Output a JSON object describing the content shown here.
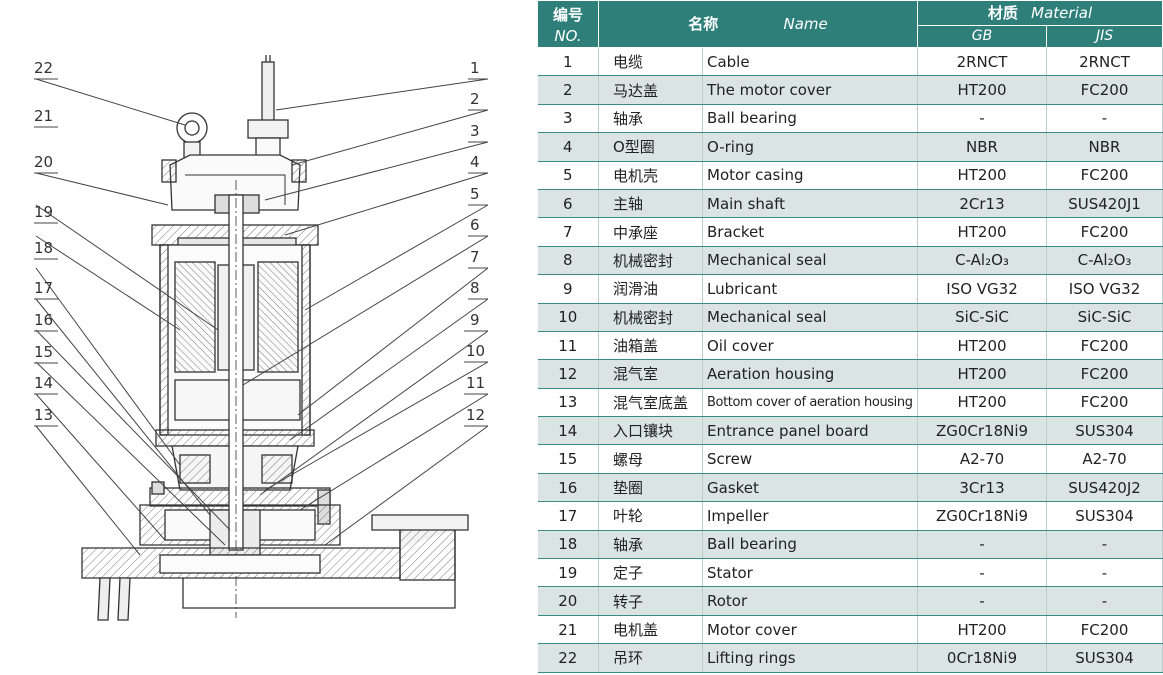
{
  "header": {
    "no_cn": "编号",
    "no_en": "NO.",
    "name_cn": "名称",
    "name_en": "Name",
    "material_cn": "材质",
    "material_en": "Material",
    "gb": "GB",
    "jis": "JIS"
  },
  "callouts": [
    "1",
    "2",
    "3",
    "4",
    "5",
    "6",
    "7",
    "8",
    "9",
    "10",
    "11",
    "12",
    "13",
    "14",
    "15",
    "16",
    "17",
    "18",
    "19",
    "20",
    "21",
    "22"
  ],
  "rows": [
    {
      "no": "1",
      "cn": "电缆",
      "en": "Cable",
      "gb": "2RNCT",
      "jis": "2RNCT"
    },
    {
      "no": "2",
      "cn": "马达盖",
      "en": "The motor cover",
      "gb": "HT200",
      "jis": "FC200"
    },
    {
      "no": "3",
      "cn": "轴承",
      "en": "Ball bearing",
      "gb": "-",
      "jis": "-"
    },
    {
      "no": "4",
      "cn": "O型圈",
      "en": "O-ring",
      "gb": "NBR",
      "jis": "NBR"
    },
    {
      "no": "5",
      "cn": "电机壳",
      "en": "Motor casing",
      "gb": "HT200",
      "jis": "FC200"
    },
    {
      "no": "6",
      "cn": "主轴",
      "en": "Main shaft",
      "gb": "2Cr13",
      "jis": "SUS420J1"
    },
    {
      "no": "7",
      "cn": "中承座",
      "en": "Bracket",
      "gb": "HT200",
      "jis": "FC200"
    },
    {
      "no": "8",
      "cn": "机械密封",
      "en": "Mechanical seal",
      "gb": "C-Al₂O₃",
      "jis": "C-Al₂O₃"
    },
    {
      "no": "9",
      "cn": "润滑油",
      "en": "Lubricant",
      "gb": "ISO VG32",
      "jis": "ISO VG32"
    },
    {
      "no": "10",
      "cn": "机械密封",
      "en": "Mechanical seal",
      "gb": "SiC-SiC",
      "jis": "SiC-SiC"
    },
    {
      "no": "11",
      "cn": "油箱盖",
      "en": "Oil cover",
      "gb": "HT200",
      "jis": "FC200"
    },
    {
      "no": "12",
      "cn": "混气室",
      "en": "Aeration housing",
      "gb": "HT200",
      "jis": "FC200"
    },
    {
      "no": "13",
      "cn": "混气室底盖",
      "en": "Bottom cover of aeration housing",
      "gb": "HT200",
      "jis": "FC200"
    },
    {
      "no": "14",
      "cn": "入口镶块",
      "en": "Entrance panel board",
      "gb": "ZG0Cr18Ni9",
      "jis": "SUS304"
    },
    {
      "no": "15",
      "cn": "螺母",
      "en": "Screw",
      "gb": "A2-70",
      "jis": "A2-70"
    },
    {
      "no": "16",
      "cn": "垫圈",
      "en": "Gasket",
      "gb": "3Cr13",
      "jis": "SUS420J2"
    },
    {
      "no": "17",
      "cn": "叶轮",
      "en": "Impeller",
      "gb": "ZG0Cr18Ni9",
      "jis": "SUS304"
    },
    {
      "no": "18",
      "cn": "轴承",
      "en": "Ball bearing",
      "gb": "-",
      "jis": "-"
    },
    {
      "no": "19",
      "cn": "定子",
      "en": "Stator",
      "gb": "-",
      "jis": "-"
    },
    {
      "no": "20",
      "cn": "转子",
      "en": "Rotor",
      "gb": "-",
      "jis": "-"
    },
    {
      "no": "21",
      "cn": "电机盖",
      "en": "Motor cover",
      "gb": "HT200",
      "jis": "FC200"
    },
    {
      "no": "22",
      "cn": "吊环",
      "en": "Lifting rings",
      "gb": "0Cr18Ni9",
      "jis": "SUS304"
    }
  ],
  "colors": {
    "header_bg": "#2e7f7a",
    "row_alt_bg": "#d9e4e3",
    "line": "#3a8a85",
    "drawing": "#333333",
    "hatch": "#888888"
  }
}
